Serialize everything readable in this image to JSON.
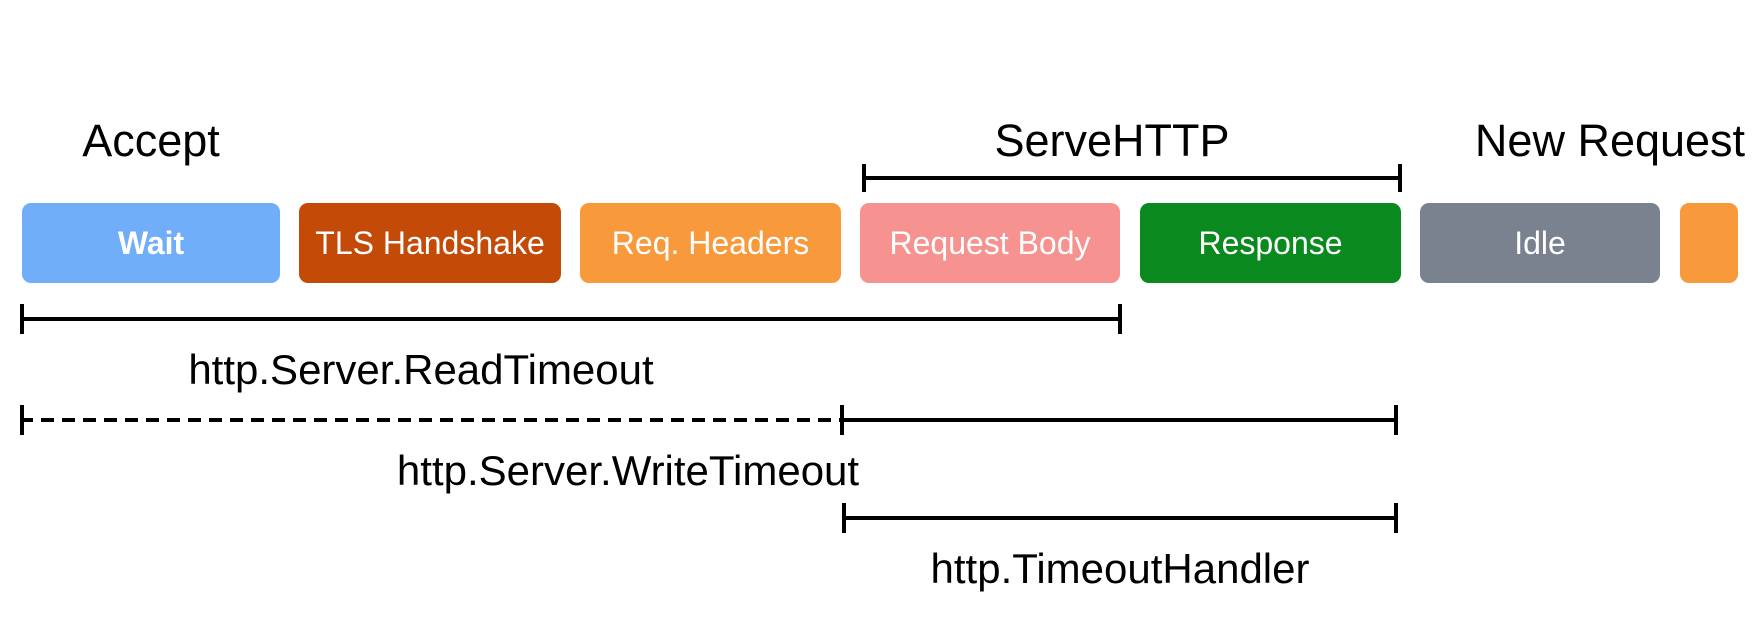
{
  "diagram": {
    "background_color": "#FFFFFF",
    "line_color": "#000000",
    "heading_text_color": "#000000",
    "phase_text_color": "#FFFFFF",
    "headings": {
      "accept": "Accept",
      "serve_http": "ServeHTTP",
      "new_request": "New Request"
    },
    "phases": [
      {
        "label": "Wait",
        "color": "#70AEF9"
      },
      {
        "label": "TLS Handshake",
        "color": "#C44A08"
      },
      {
        "label": "Req. Headers",
        "color": "#F8993C"
      },
      {
        "label": "Request Body",
        "color": "#F6928F"
      },
      {
        "label": "Response",
        "color": "#0A8A1E"
      },
      {
        "label": "Idle",
        "color": "#7A8290"
      },
      {
        "label": "",
        "color": "#F8993C"
      }
    ],
    "timeout_labels": {
      "read_timeout": "http.Server.ReadTimeout",
      "write_timeout": "http.Server.WriteTimeout",
      "timeout_handler": "http.TimeoutHandler"
    }
  }
}
